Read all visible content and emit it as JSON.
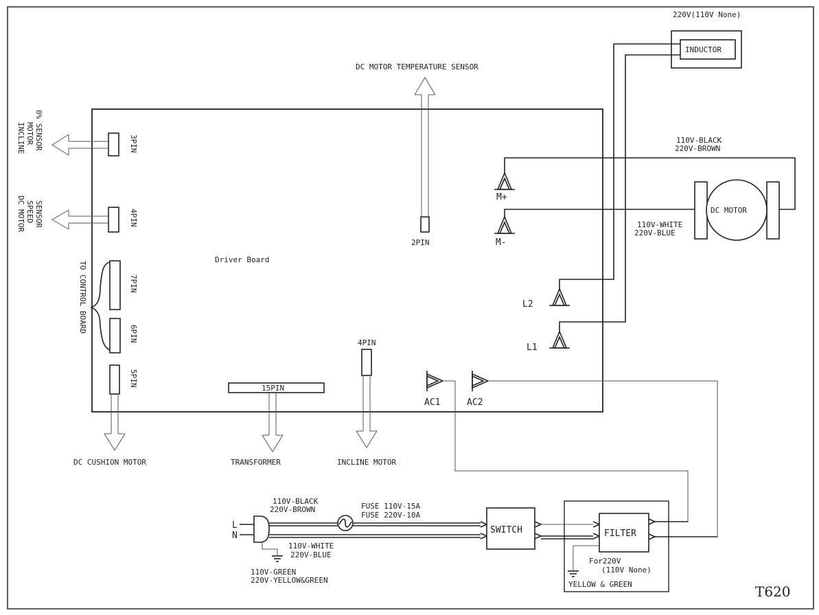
{
  "board": {
    "label": "Driver Board"
  },
  "labels": {
    "temp_sensor": "DC MOTOR TEMPERATURE SENSOR",
    "incline_sensor": [
      "INCLINE",
      "MOTOR",
      "0% SENSOR"
    ],
    "speed_sensor": [
      "DC MOTOR",
      "SPEED",
      "SENSOR"
    ],
    "control_board": "TO CONTROL BOARD",
    "cushion_motor": "DC CUSHION MOTOR",
    "transformer": "TRANSFORMER",
    "incline_motor": "INCLINE MOTOR",
    "inductor_note": "220V(110V None)",
    "inductor": "INDUCTOR",
    "motor_wire_top": [
      "110V-BLACK",
      "220V-BROWN"
    ],
    "motor_wire_bottom": [
      "110V-WHITE",
      "220V-BLUE"
    ],
    "dc_motor": "DC MOTOR",
    "power_wire_top": [
      "110V-BLACK",
      "220V-BROWN"
    ],
    "power_wire_bottom": [
      "110V-WHITE",
      "220V-BLUE"
    ],
    "ground_wire": [
      "110V-GREEN",
      "220V-YELLOW&GREEN"
    ],
    "fuse": [
      "FUSE 110V-15A",
      "FUSE 220V-10A"
    ],
    "switch": "SWITCH",
    "filter": "FILTER",
    "filter_note": [
      "For220V",
      "(110V None)"
    ],
    "filter_ground": "YELLOW & GREEN",
    "plug_l": "L",
    "plug_n": "N",
    "model": "T620"
  },
  "connectors": {
    "pin3": "3PIN",
    "pin4_left": "4PIN",
    "pin7": "7PIN",
    "pin6": "6PIN",
    "pin5": "5PIN",
    "pin2": "2PIN",
    "pin4_incline": "4PIN",
    "pin15": "15PIN"
  },
  "terminals": {
    "m_plus": "M+",
    "m_minus": "M-",
    "l2": "L2",
    "l1": "L1",
    "ac1": "AC1",
    "ac2": "AC2"
  }
}
